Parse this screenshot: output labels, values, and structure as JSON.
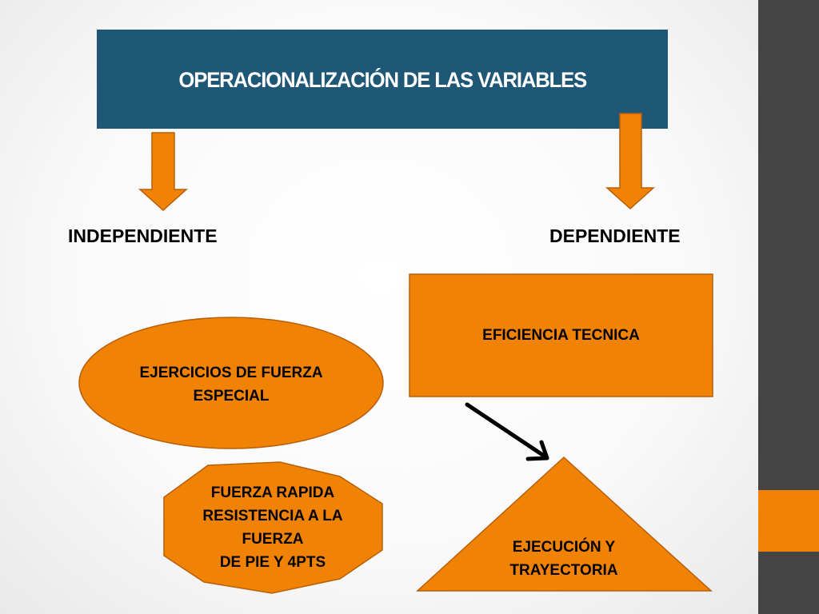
{
  "title": "OPERACIONALIZACIÓN DE LAS VARIABLES",
  "colors": {
    "title_bg": "#1f5777",
    "orange": "#f08305",
    "orange_border": "#b85f0a",
    "sidebar": "#444444",
    "sidebar_accent": "#f08305"
  },
  "branches": {
    "independent": {
      "label": "INDEPENDIENTE",
      "ellipse_lines": [
        "EJERCICIOS DE FUERZA",
        "ESPECIAL"
      ],
      "octagon_lines": [
        "FUERZA RAPIDA",
        "RESISTENCIA A LA",
        "FUERZA",
        "DE PIE Y 4PTS"
      ]
    },
    "dependent": {
      "label": "DEPENDIENTE",
      "rect_text": "EFICIENCIA TECNICA",
      "triangle_lines": [
        "EJECUCIÓN Y",
        "TRAYECTORIA"
      ]
    }
  },
  "icons": {
    "down_arrow": "down-arrow-icon",
    "diagonal_arrow": "diagonal-arrow-icon"
  }
}
